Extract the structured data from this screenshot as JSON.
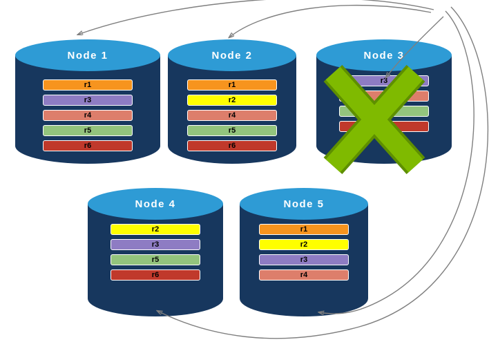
{
  "diagram": {
    "nodes": [
      {
        "label": "Node 1",
        "failed": false,
        "replicas": [
          {
            "name": "r1",
            "color": "#F7941E"
          },
          {
            "name": "r3",
            "color": "#8E7CC3"
          },
          {
            "name": "r4",
            "color": "#DD7E6B"
          },
          {
            "name": "r5",
            "color": "#93C47D"
          },
          {
            "name": "r6",
            "color": "#C0392B"
          }
        ]
      },
      {
        "label": "Node 2",
        "failed": false,
        "replicas": [
          {
            "name": "r1",
            "color": "#F7941E"
          },
          {
            "name": "r2",
            "color": "#FFFF00"
          },
          {
            "name": "r4",
            "color": "#DD7E6B"
          },
          {
            "name": "r5",
            "color": "#93C47D"
          },
          {
            "name": "r6",
            "color": "#C0392B"
          }
        ]
      },
      {
        "label": "Node 3",
        "failed": true,
        "replicas": [
          {
            "name": "r3",
            "color": "#8E7CC3"
          },
          {
            "name": "r4",
            "color": "#DD7E6B"
          },
          {
            "name": "r5",
            "color": "#93C47D"
          },
          {
            "name": "r6",
            "color": "#C0392B"
          }
        ]
      },
      {
        "label": "Node 4",
        "failed": false,
        "replicas": [
          {
            "name": "r2",
            "color": "#FFFF00"
          },
          {
            "name": "r3",
            "color": "#8E7CC3"
          },
          {
            "name": "r5",
            "color": "#93C47D"
          },
          {
            "name": "r6",
            "color": "#C0392B"
          }
        ]
      },
      {
        "label": "Node 5",
        "failed": false,
        "replicas": [
          {
            "name": "r1",
            "color": "#F7941E"
          },
          {
            "name": "r2",
            "color": "#FFFF00"
          },
          {
            "name": "r3",
            "color": "#8E7CC3"
          },
          {
            "name": "r4",
            "color": "#DD7E6B"
          }
        ]
      }
    ],
    "arrows": [
      {
        "from": "Node 3",
        "to": "Node 1"
      },
      {
        "from": "Node 3",
        "to": "Node 2"
      },
      {
        "from": "Node 3",
        "to": "Node 3"
      },
      {
        "from": "Node 3",
        "to": "Node 5"
      },
      {
        "from": "Node 3",
        "to": "Node 4"
      }
    ],
    "colors": {
      "cylinder_body": "#17375E",
      "cylinder_top": "#2E9BD5",
      "arrow": "#7f7f7f",
      "fail_x": "#7FBA00",
      "fail_x_outline": "#5E8F00"
    }
  }
}
